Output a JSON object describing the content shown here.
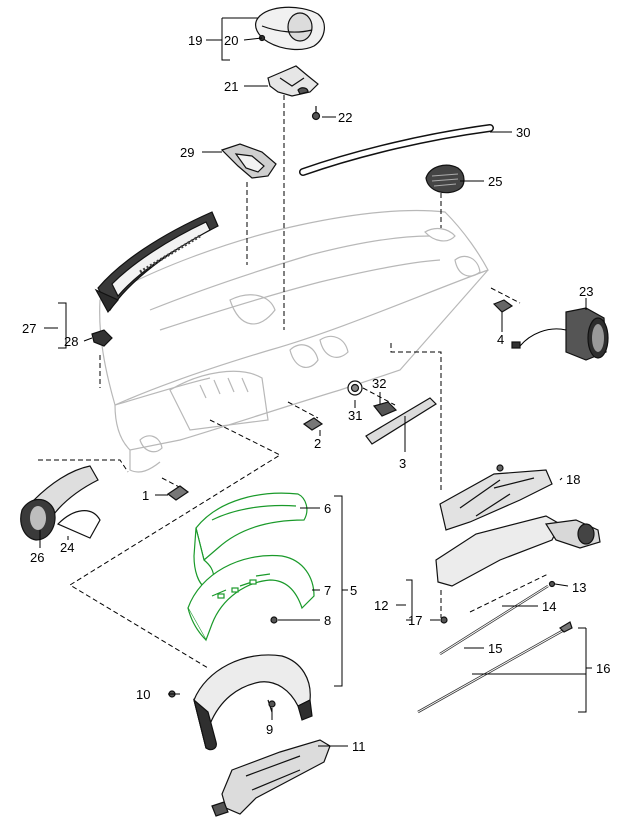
{
  "diagram": {
    "accent_color": "#1a9a2a",
    "callouts": [
      {
        "id": "1",
        "label": "1"
      },
      {
        "id": "2",
        "label": "2"
      },
      {
        "id": "3",
        "label": "3"
      },
      {
        "id": "4",
        "label": "4"
      },
      {
        "id": "5",
        "label": "5"
      },
      {
        "id": "6",
        "label": "6"
      },
      {
        "id": "7",
        "label": "7"
      },
      {
        "id": "8",
        "label": "8"
      },
      {
        "id": "9",
        "label": "9"
      },
      {
        "id": "10",
        "label": "10"
      },
      {
        "id": "11",
        "label": "11"
      },
      {
        "id": "12",
        "label": "12"
      },
      {
        "id": "13",
        "label": "13"
      },
      {
        "id": "14",
        "label": "14"
      },
      {
        "id": "15",
        "label": "15"
      },
      {
        "id": "16",
        "label": "16"
      },
      {
        "id": "17",
        "label": "17"
      },
      {
        "id": "18",
        "label": "18"
      },
      {
        "id": "19",
        "label": "19"
      },
      {
        "id": "20",
        "label": "20"
      },
      {
        "id": "21",
        "label": "21"
      },
      {
        "id": "22",
        "label": "22"
      },
      {
        "id": "23",
        "label": "23"
      },
      {
        "id": "24",
        "label": "24"
      },
      {
        "id": "25",
        "label": "25"
      },
      {
        "id": "26",
        "label": "26"
      },
      {
        "id": "27",
        "label": "27"
      },
      {
        "id": "28",
        "label": "28"
      },
      {
        "id": "29",
        "label": "29"
      },
      {
        "id": "30",
        "label": "30"
      },
      {
        "id": "31",
        "label": "31"
      },
      {
        "id": "32",
        "label": "32"
      }
    ]
  }
}
